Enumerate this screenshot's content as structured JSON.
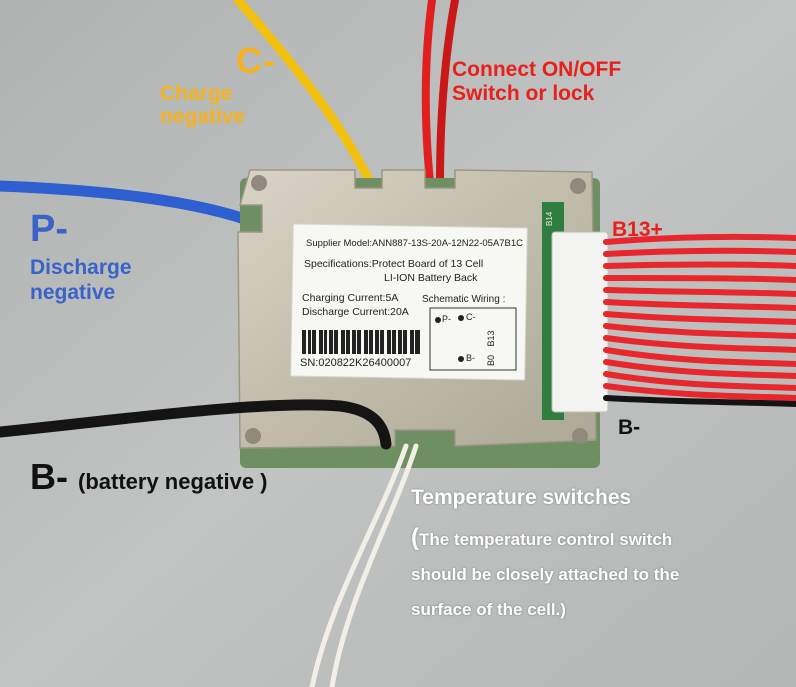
{
  "labels": {
    "c_title": "C-",
    "c_line1": "Charge",
    "c_line2": "negative",
    "sw_line1": "Connect ON/OFF",
    "sw_line2": "Switch or lock",
    "p_title": "P-",
    "p_line1": "Discharge",
    "p_line2": "negative",
    "b13_plus": "B13+",
    "b_minus_right": "B-",
    "b_main": "B-",
    "b_note": "(battery negative )",
    "temp_title": "Temperature switches",
    "temp_paren": "(",
    "temp_line1": "The temperature control switch",
    "temp_line2": "should be closely attached to the",
    "temp_line3": "surface of the cell.)"
  },
  "sticker": {
    "supplier_model": "Supplier Model:ANN887-13S-20A-12N22-05A7B1C",
    "spec_line1": "Specifications:Protect Board of 13 Cell",
    "spec_line2": "LI-ION Battery Back",
    "charging_current": "Charging Current:5A",
    "discharge_current": "Discharge Current:20A",
    "schematic_label": "Schematic Wiring :",
    "sn": "SN:020822K26400007",
    "wiring_p": "P-",
    "wiring_c": "C-",
    "wiring_b": "B-",
    "wiring_b0": "B0",
    "wiring_b13": "B13"
  },
  "connector_label": "B14",
  "colors": {
    "charge_wire": "#f2c00f",
    "switch_wire": "#e01f1f",
    "discharge_wire": "#2d5fd1",
    "battery_wire": "#141414",
    "temp_wire": "#f1efe6",
    "balance_wire": "#e8262c",
    "board_metal": "#c7c1b1",
    "background": "#b9bcbb"
  }
}
